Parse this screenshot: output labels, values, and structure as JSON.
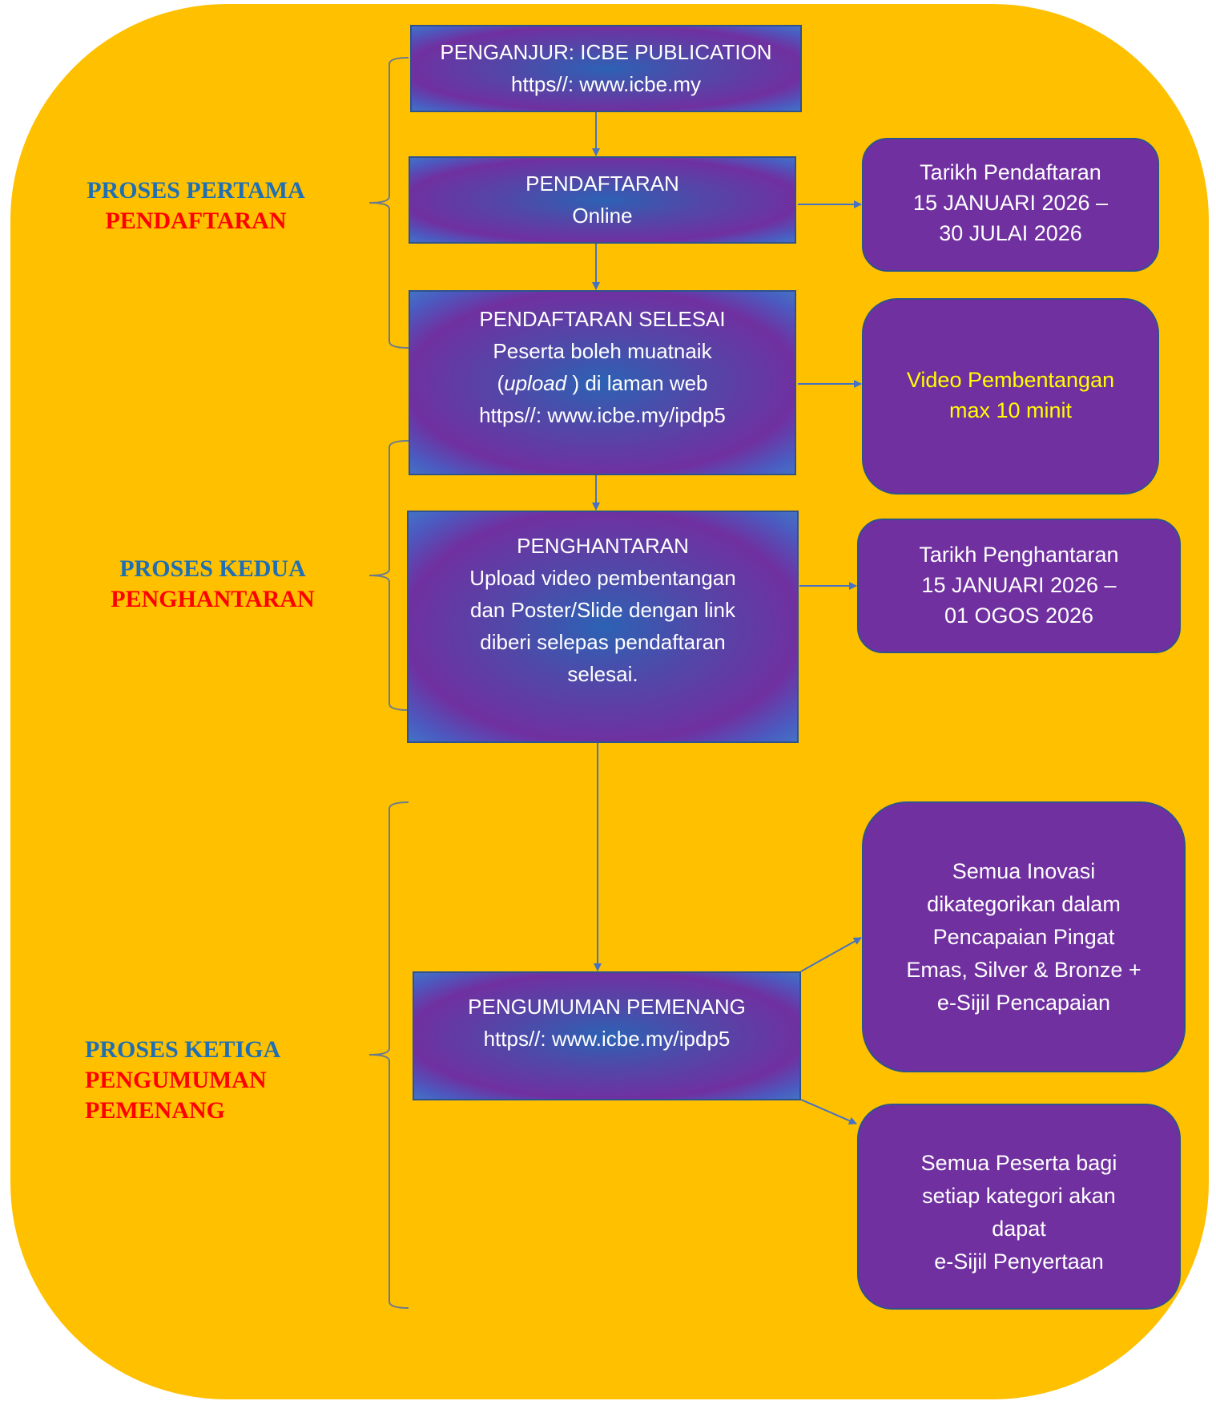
{
  "colors": {
    "background": "#ffc000",
    "process_box_center": "#2c62b4",
    "process_box_ring": "#7030a0",
    "info_box": "#7030a0",
    "connector": "#4472c4",
    "label_blue": "#1f6fb4",
    "label_red": "#ff0000",
    "highlight_text": "#ffff00"
  },
  "stages": [
    {
      "title": "PROSES PERTAMA",
      "subtitle": [
        "PENDAFTARAN"
      ]
    },
    {
      "title": "PROSES KEDUA",
      "subtitle": [
        "PENGHANTARAN"
      ]
    },
    {
      "title": "PROSES KETIGA",
      "subtitle": [
        "PENGUMUMAN",
        "PEMENANG"
      ]
    }
  ],
  "flow": [
    {
      "lines": [
        "PENGANJUR: ICBE PUBLICATION",
        "https//: www.icbe.my"
      ]
    },
    {
      "lines": [
        "PENDAFTARAN",
        "Online"
      ]
    },
    {
      "lines": [
        "PENDAFTARAN SELESAI",
        "Peserta boleh muatnaik"
      ],
      "italic_word": "upload",
      "after_italic": " ) di laman web",
      "before_italic": "(",
      "url": "https//: www.icbe.my/ipdp5"
    },
    {
      "lines": [
        "PENGHANTARAN",
        "Upload video pembentangan",
        "dan Poster/Slide dengan link",
        "diberi selepas pendaftaran",
        "selesai."
      ]
    },
    {
      "lines": [
        "PENGUMUMAN PEMENANG",
        "https//: www.icbe.my/ipdp5"
      ]
    }
  ],
  "info": [
    {
      "lines": [
        "Tarikh Pendaftaran",
        "15 JANUARI 2026 –",
        "30 JULAI 2026"
      ]
    },
    {
      "lines": [
        "Video Pembentangan",
        "max 10 minit"
      ]
    },
    {
      "lines": [
        "Tarikh Penghantaran",
        "15 JANUARI 2026 –",
        "01 OGOS 2026"
      ]
    },
    {
      "lines": [
        "Semua Inovasi",
        "dikategorikan dalam",
        "Pencapaian Pingat",
        "Emas, Silver & Bronze +",
        "e-Sijil Pencapaian"
      ]
    },
    {
      "lines": [
        "Semua Peserta bagi",
        "setiap kategori akan",
        "dapat",
        "e-Sijil Penyertaan"
      ]
    }
  ]
}
